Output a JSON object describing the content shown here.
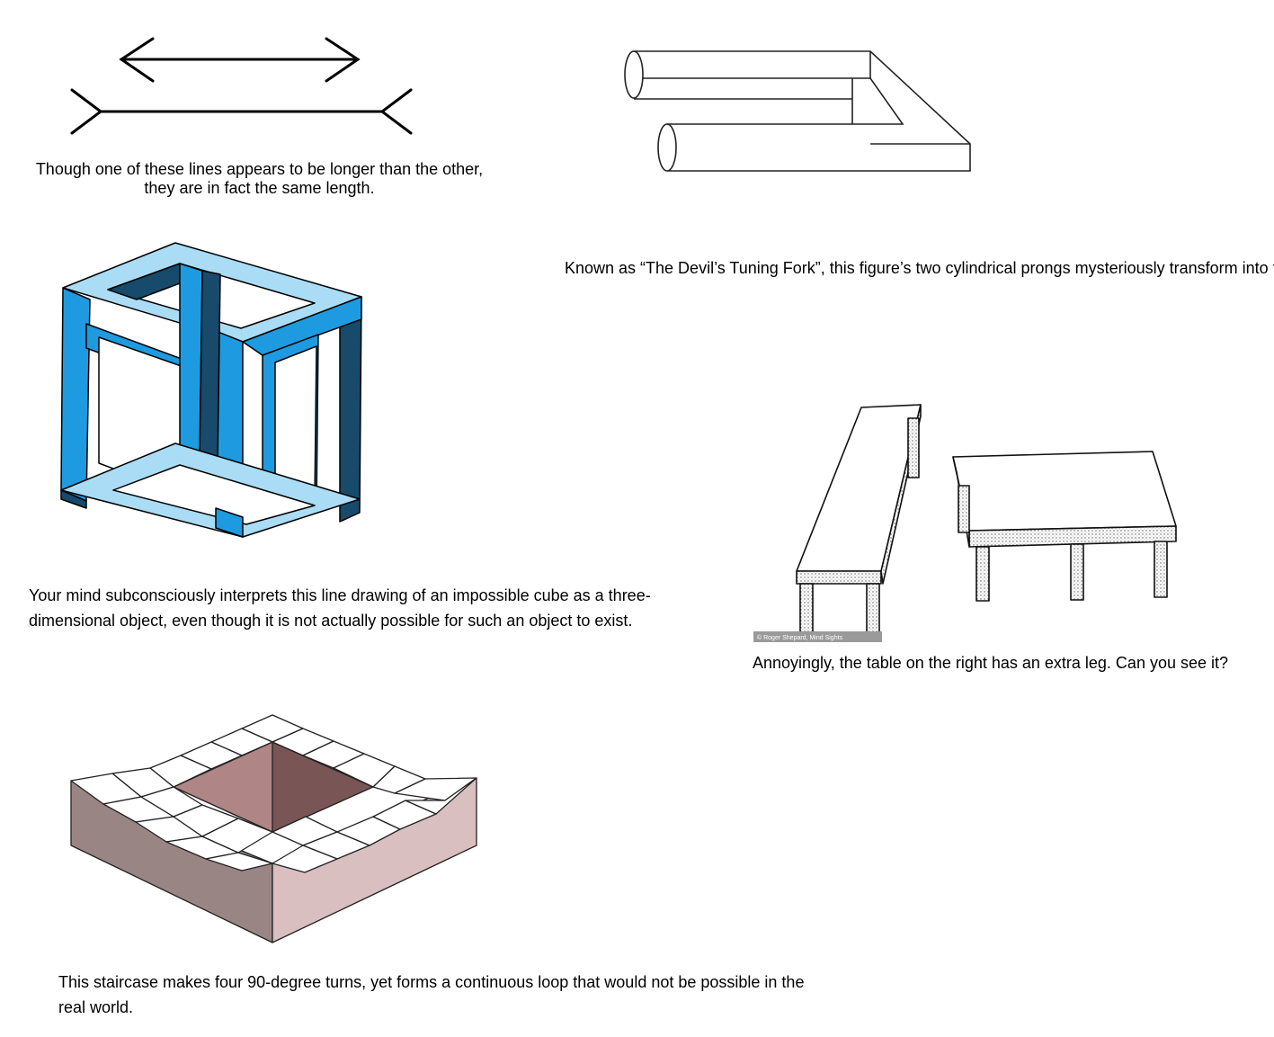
{
  "illusions": {
    "muller_lyer": {
      "caption": "Though one of these lines appears to be longer than the other, they are in fact the same length."
    },
    "devils_fork": {
      "caption": "Known as “The Devil’s Tuning Fork”, this figure’s two cylindrical prongs mysteriously transform into two bars at the opposite end."
    },
    "impossible_cube": {
      "caption": "Your mind subconsciously interprets this line drawing of an impossible cube as a three-dimensional object, even though it is not actually possible for such an object to exist.",
      "colors": {
        "light": "#aadcf5",
        "mid": "#1e9be0",
        "dark": "#174a6b"
      }
    },
    "shepard_tables": {
      "caption": "Annoyingly, the table on the right has an extra leg. Can you see it?",
      "credit": "© Roger Shepard, Mind Sights"
    },
    "penrose_stairs": {
      "caption": "This staircase makes four 90-degree turns, yet forms a continuous loop that would not be possible in the real world.",
      "colors": {
        "left_wall": "#9a8585",
        "right_wall": "#d9bfc0",
        "inner": "#7a5555",
        "steps": "#ffffff"
      }
    }
  }
}
